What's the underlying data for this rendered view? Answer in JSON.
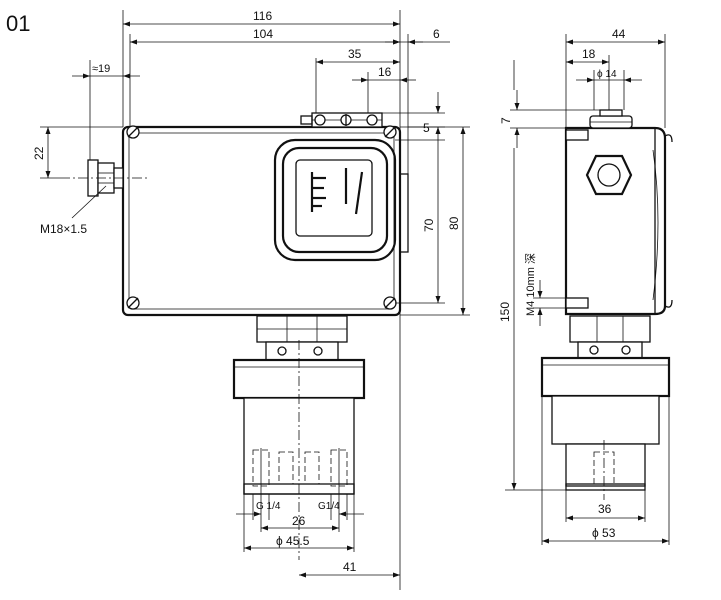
{
  "figure": {
    "id": "01",
    "front_view": {
      "dims": {
        "overall_width": "116",
        "body_width": "104",
        "right_offset": "6",
        "lug_offset": "≈19",
        "top_span": "35",
        "top_small": "16",
        "top_step": "5",
        "port_height": "22",
        "window_height": "70",
        "body_height": "80",
        "thread_label": "M18×1.5",
        "port_left": "G 1/4",
        "port_right": "G1/4",
        "port_spacing": "26",
        "base_diameter": "ϕ 45.5",
        "base_offset": "41"
      }
    },
    "side_view": {
      "dims": {
        "overall_width": "44",
        "knob_offset": "18",
        "knob_diameter": "ϕ 14",
        "top_step": "7",
        "overall_height": "150",
        "mount_thread": "M4 10mm 深",
        "foot_width": "36",
        "base_diameter": "ϕ 53"
      }
    }
  }
}
